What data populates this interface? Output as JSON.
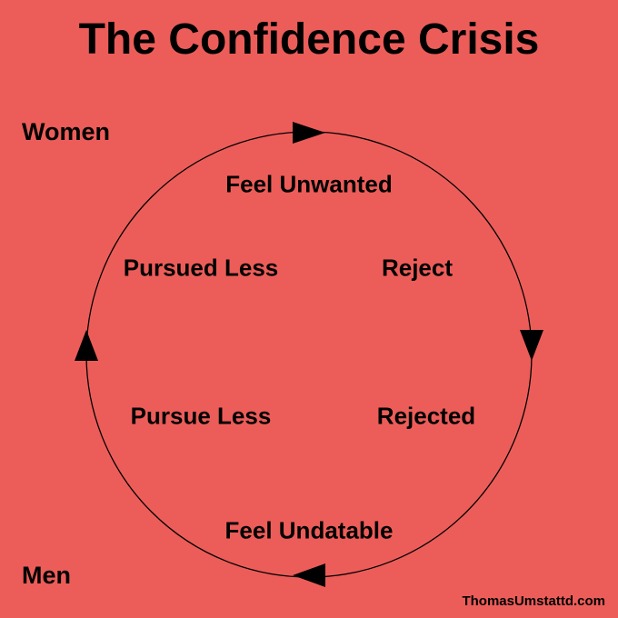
{
  "title": "The Confidence Crisis",
  "side_labels": {
    "women": "Women",
    "men": "Men"
  },
  "cycle_steps": [
    "Feel Unwanted",
    "Reject",
    "Rejected",
    "Feel Undatable",
    "Pursue Less",
    "Pursued Less"
  ],
  "credit": "ThomasUmstattd.com",
  "colors": {
    "background": "#EC5D59",
    "foreground": "#000000"
  },
  "icons": [
    "arrow-right-icon",
    "arrow-down-icon",
    "arrow-left-icon",
    "arrow-up-icon"
  ]
}
